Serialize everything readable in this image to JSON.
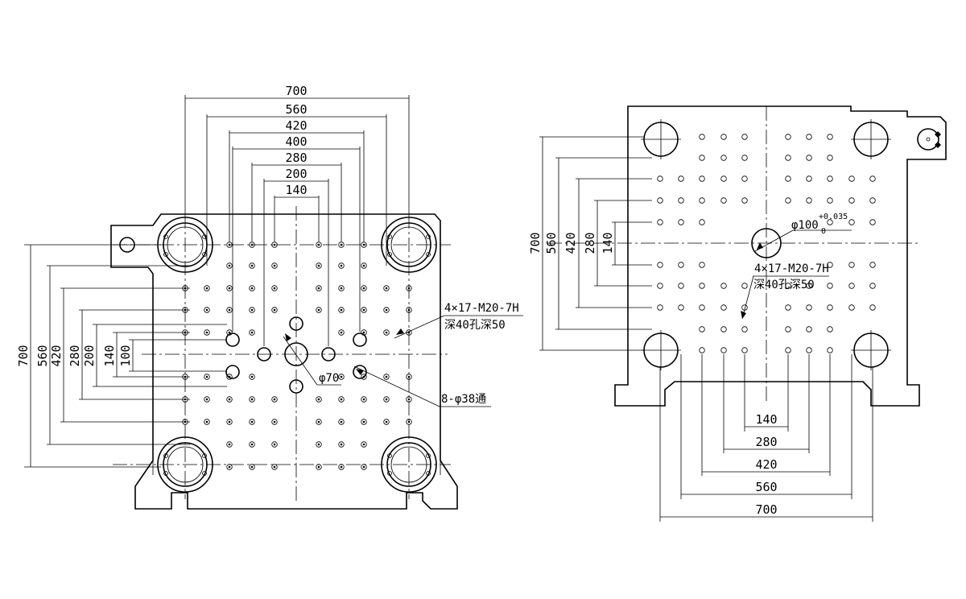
{
  "left_view": {
    "dims_h": [
      "700",
      "560",
      "420",
      "400",
      "280",
      "200",
      "140"
    ],
    "dims_v": [
      "700",
      "560",
      "420",
      "280",
      "200",
      "140",
      "100"
    ],
    "callouts": {
      "tapped_holes": "4×17-M20-7H",
      "tapped_depth": "深40孔深50",
      "center_hole": "φ70",
      "through_holes": "8-φ38通"
    }
  },
  "right_view": {
    "dims_v": [
      "700",
      "560",
      "420",
      "280",
      "140"
    ],
    "dims_h": [
      "140",
      "280",
      "420",
      "560",
      "700"
    ],
    "callouts": {
      "center_hole": "φ100",
      "tol_upper": "+0.035",
      "tol_lower": "0",
      "tapped_holes": "4×17-M20-7H",
      "tapped_depth": "深40孔深50"
    }
  }
}
